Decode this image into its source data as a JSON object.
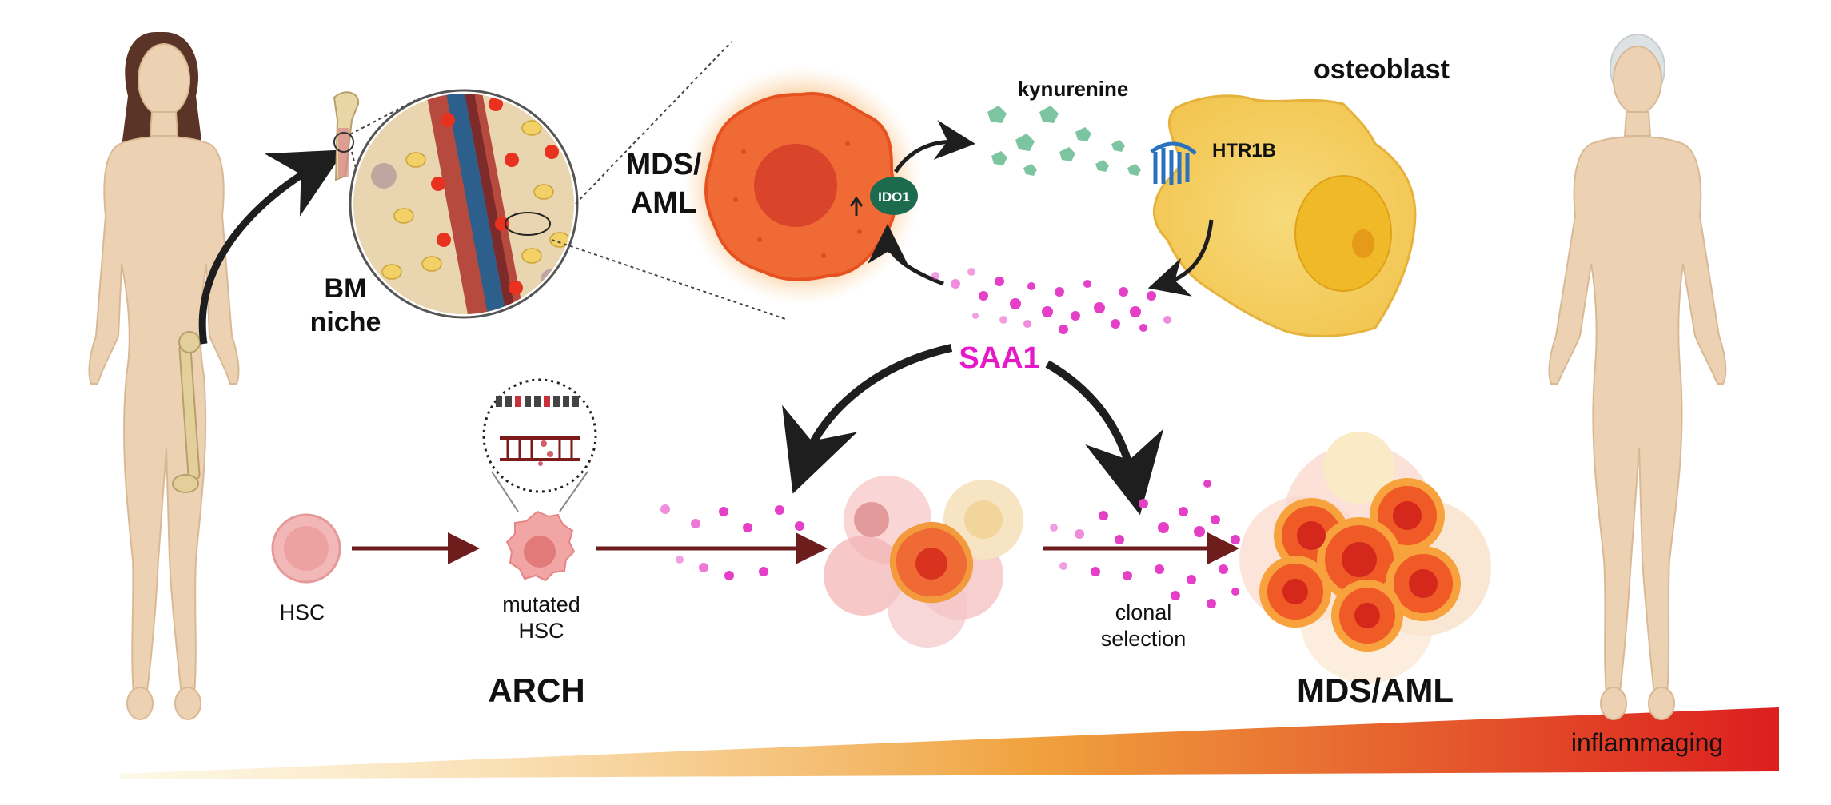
{
  "labels": {
    "bm_niche_line1": "BM",
    "bm_niche_line2": "niche",
    "mds_aml_top_line1": "MDS/",
    "mds_aml_top_line2": "AML",
    "ido1": "IDO1",
    "kynurenine": "kynurenine",
    "osteoblast": "osteoblast",
    "htr1b": "HTR1B",
    "saa1": "SAA1",
    "hsc": "HSC",
    "mutated_hsc_line1": "mutated",
    "mutated_hsc_line2": "HSC",
    "arch": "ARCH",
    "clonal_selection_line1": "clonal",
    "clonal_selection_line2": "selection",
    "mds_aml_bottom": "MDS/AML",
    "inflammaging": "inflammaging"
  },
  "colors": {
    "saa1": "#e619c8",
    "saa1_dots": "#e43fc6",
    "arrow_dark": "#1e1e1e",
    "progression_arrow": "#6e1d1d",
    "gradient_start": "#fbeec3",
    "gradient_mid": "#f0a23e",
    "gradient_end": "#dc1e1e",
    "skin": "#ecd2b3",
    "osteoblast": "#f5cf66",
    "mds_cell": "#ef6a35",
    "kynurenine": "#7dc4a0",
    "ido1": "#1c6b4f"
  }
}
